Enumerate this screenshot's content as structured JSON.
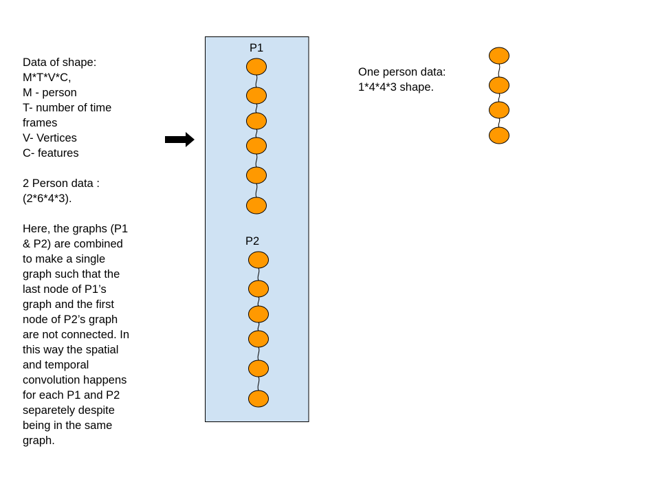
{
  "description": {
    "lines": [
      "Data of shape:",
      "M*T*V*C,",
      "M - person",
      "T- number of time",
      "frames",
      "V- Vertices",
      "C- features",
      "",
      "2 Person data :",
      "(2*6*4*3).",
      "",
      "Here, the graphs (P1",
      "& P2) are combined",
      "to make a single",
      "graph such that the",
      "last node of P1’s",
      "graph and the first",
      "node of P2’s graph",
      "are not connected. In",
      "this way the spatial",
      "and temporal",
      "convolution happens",
      "for each P1 and P2",
      "separetely despite",
      "being in the same",
      "graph."
    ]
  },
  "combined_graph": {
    "background_color": "#cfe2f3",
    "border_color": "#000000",
    "groups": [
      {
        "label": "P1",
        "node_count": 6
      },
      {
        "label": "P2",
        "node_count": 6
      }
    ]
  },
  "one_person": {
    "lines": [
      "One person data:",
      "1*4*4*3 shape."
    ],
    "node_count": 4
  },
  "colors": {
    "node_fill": "#ff9900",
    "node_stroke": "#000000",
    "edge": "#000000",
    "arrow": "#000000"
  },
  "icons": {
    "arrow": "right-arrow-icon"
  }
}
